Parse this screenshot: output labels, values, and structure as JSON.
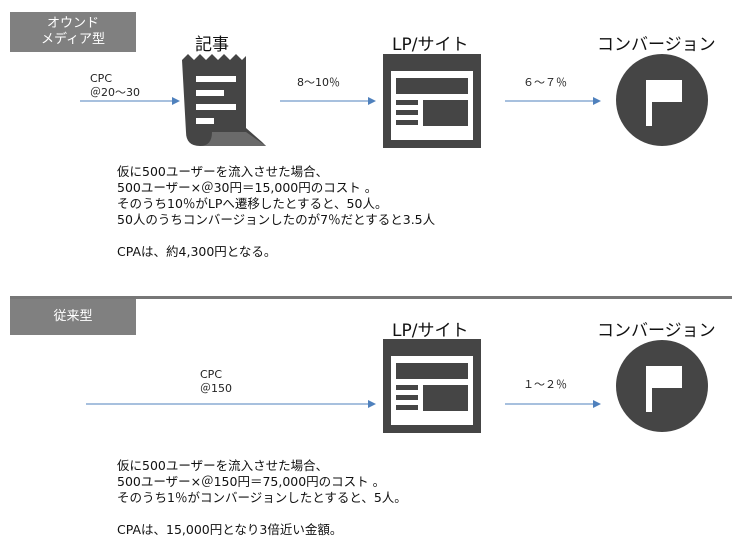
{
  "sections": [
    {
      "tag": "オウンド\nメディア型",
      "nodes": {
        "article": "記事",
        "lp": "LP/サイト",
        "conversion": "コンバージョン"
      },
      "arrows": {
        "cpc": [
          "CPC",
          "＠20〜30"
        ],
        "article_to_lp": "8〜10％",
        "lp_to_conversion": "６〜７％"
      },
      "description": [
        "仮に500ユーザーを流入させた場合、",
        "500ユーザー×＠30円＝15,000円のコスト 。",
        "そのうち10％がLPへ遷移したとすると、50人。",
        "50人のうちコンバージョンしたのが7％だとすると3.5人",
        "",
        "CPAは、約4,300円となる。"
      ]
    },
    {
      "tag": "従来型",
      "nodes": {
        "lp": "LP/サイト",
        "conversion": "コンバージョン"
      },
      "arrows": {
        "cpc": [
          "CPC",
          "＠150"
        ],
        "lp_to_conversion": "１〜２％"
      },
      "description": [
        "仮に500ユーザーを流入させた場合、",
        "500ユーザー×＠150円＝75,000円のコスト 。",
        "そのうち1％がコンバージョンしたとすると、5人。",
        "",
        "CPAは、15,000円となり3倍近い金額。"
      ]
    }
  ],
  "icons": [
    "receipt-icon",
    "webpage-icon",
    "flag-icon"
  ],
  "colors": {
    "tag_bg": "#808080",
    "icon": "#454545",
    "arrow": "#4f81bd",
    "divider": "#777777"
  }
}
